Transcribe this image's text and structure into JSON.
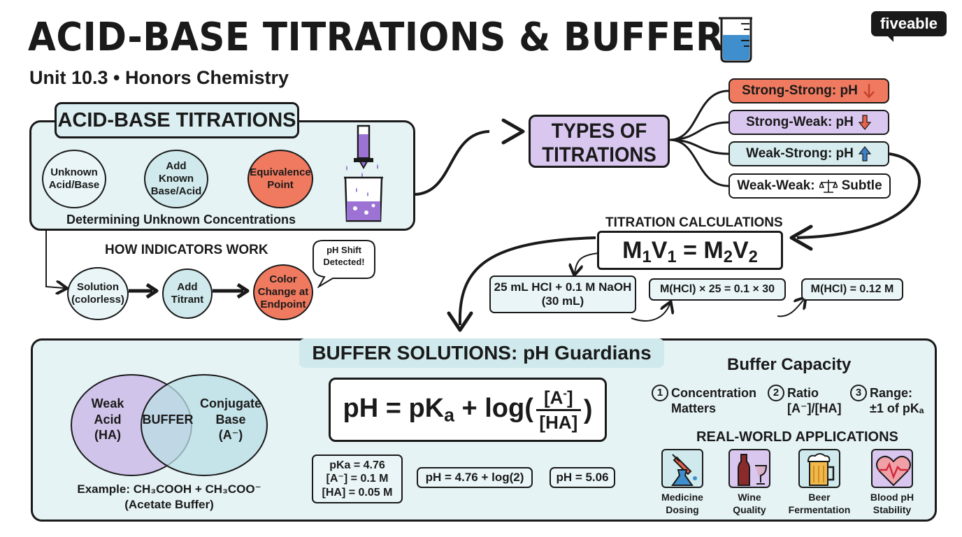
{
  "header": {
    "title": "ACID-BASE TITRATIONS & BUFFERS",
    "subtitle": "Unit 10.3 • Honors Chemistry",
    "brand": "fiveable"
  },
  "titrations": {
    "heading": "ACID-BASE TITRATIONS",
    "steps": [
      "Unknown Acid/Base",
      "Add Known Base/Acid",
      "Equivalence Point"
    ],
    "caption": "Determining Unknown Concentrations"
  },
  "indicators": {
    "heading": "HOW INDICATORS WORK",
    "steps": [
      "Solution (colorless)",
      "Add Titrant",
      "Color Change at Endpoint"
    ],
    "speech": "pH Shift Detected!"
  },
  "types": {
    "heading_line1": "TYPES OF",
    "heading_line2": "TITRATIONS",
    "items": [
      {
        "label": "Strong-Strong: pH",
        "arrow": "down",
        "color": "#f07a5f"
      },
      {
        "label": "Strong-Weak: pH",
        "arrow": "down",
        "color": "#d9c7f0"
      },
      {
        "label": "Weak-Strong: pH",
        "arrow": "up",
        "color": "#d6ecef"
      },
      {
        "label": "Weak-Weak:",
        "suffix": "Subtle",
        "arrow": "balance",
        "color": "#ffffff"
      }
    ]
  },
  "calculations": {
    "heading": "TITRATION CALCULATIONS",
    "formula": "M1V1 = M2V2",
    "given_line1": "25 mL HCl + 0.1 M NaOH",
    "given_line2": "(30 mL)",
    "step1": "M(HCl) × 25 = 0.1 × 30",
    "result": "M(HCl) = 0.12 M"
  },
  "buffers": {
    "heading": "BUFFER SOLUTIONS: pH Guardians",
    "venn_left": "Weak Acid (HA)",
    "venn_center": "BUFFER",
    "venn_right": "Conjugate Base",
    "venn_right_ion": "(A⁻)",
    "example_line1": "Example: CH₃COOH + CH₃COO⁻",
    "example_line2": "(Acetate Buffer)",
    "equation": "pH = pKa + log([A-]/[HA])",
    "given": [
      "pKa = 4.76",
      "[A⁻] = 0.1 M",
      "[HA] = 0.05 M"
    ],
    "calc_step": "pH = 4.76 + log(2)",
    "calc_result": "pH = 5.06"
  },
  "capacity": {
    "heading": "Buffer Capacity",
    "items": [
      {
        "num": "1",
        "line1": "Concentration",
        "line2": "Matters"
      },
      {
        "num": "2",
        "line1": "Ratio",
        "line2": "[A⁻]/[HA]"
      },
      {
        "num": "3",
        "line1": "Range:",
        "line2": "±1 of pKₐ"
      }
    ]
  },
  "applications": {
    "heading": "REAL-WORLD APPLICATIONS",
    "items": [
      {
        "line1": "Medicine",
        "line2": "Dosing",
        "icon": "dropper-icon"
      },
      {
        "line1": "Wine",
        "line2": "Quality",
        "icon": "wine-icon"
      },
      {
        "line1": "Beer",
        "line2": "Fermentation",
        "icon": "beer-icon"
      },
      {
        "line1": "Blood pH",
        "line2": "Stability",
        "icon": "heart-icon"
      }
    ]
  },
  "colors": {
    "panel": "#e6f3f5",
    "accent_red": "#f07a5f",
    "accent_purple": "#d9c7f0",
    "accent_teal": "#cfe9ec",
    "arrow_red": "#e8624a",
    "arrow_blue": "#3d7fc4"
  }
}
